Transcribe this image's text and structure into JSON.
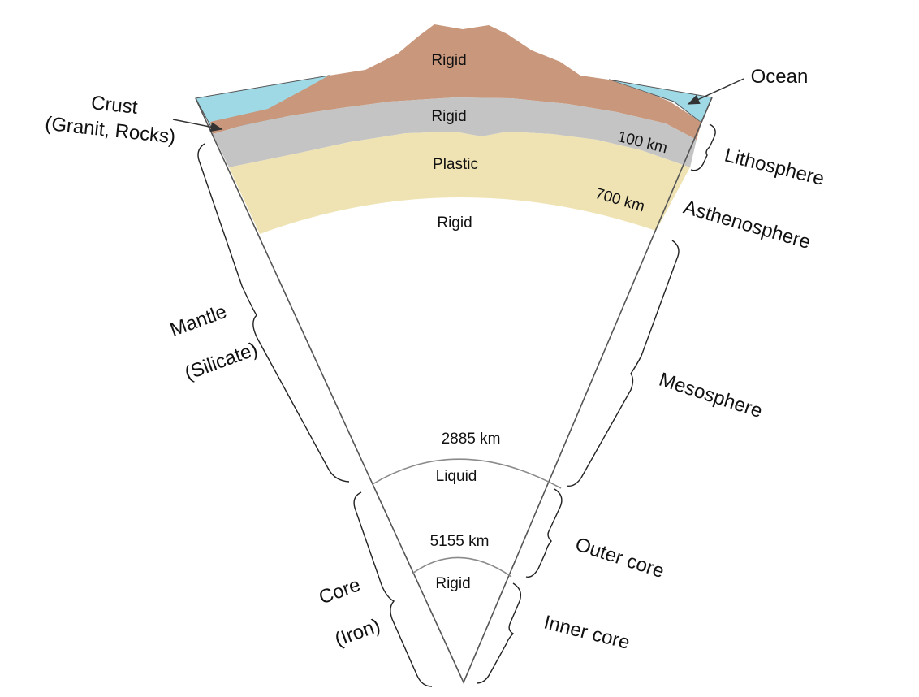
{
  "layers": {
    "crust_top": "Rigid",
    "lithospheric_mantle": "Rigid",
    "asthenosphere": "Plastic",
    "mesosphere": "Rigid",
    "outer_core": "Liquid",
    "inner_core": "Rigid"
  },
  "depths": {
    "d100": "100 km",
    "d700": "700 km",
    "d2885": "2885 km",
    "d5155": "5155 km"
  },
  "left_labels": {
    "crust_line1": "Crust",
    "crust_line2": "(Granit, Rocks)",
    "mantle_line1": "Mantle",
    "mantle_line2": "(Silicate)",
    "core_line1": "Core",
    "core_line2": "(Iron)"
  },
  "right_labels": {
    "ocean": "Ocean",
    "lithosphere": "Lithosphere",
    "asthenosphere": "Asthenosphere",
    "mesosphere": "Mesosphere",
    "outer_core": "Outer core",
    "inner_core": "Inner core"
  },
  "colors": {
    "ocean": "#9fd9e6",
    "crust": "#c8977c",
    "rigid_mantle": "#c4c4c4",
    "plastic": "#efe3b3",
    "outline": "#555555"
  }
}
